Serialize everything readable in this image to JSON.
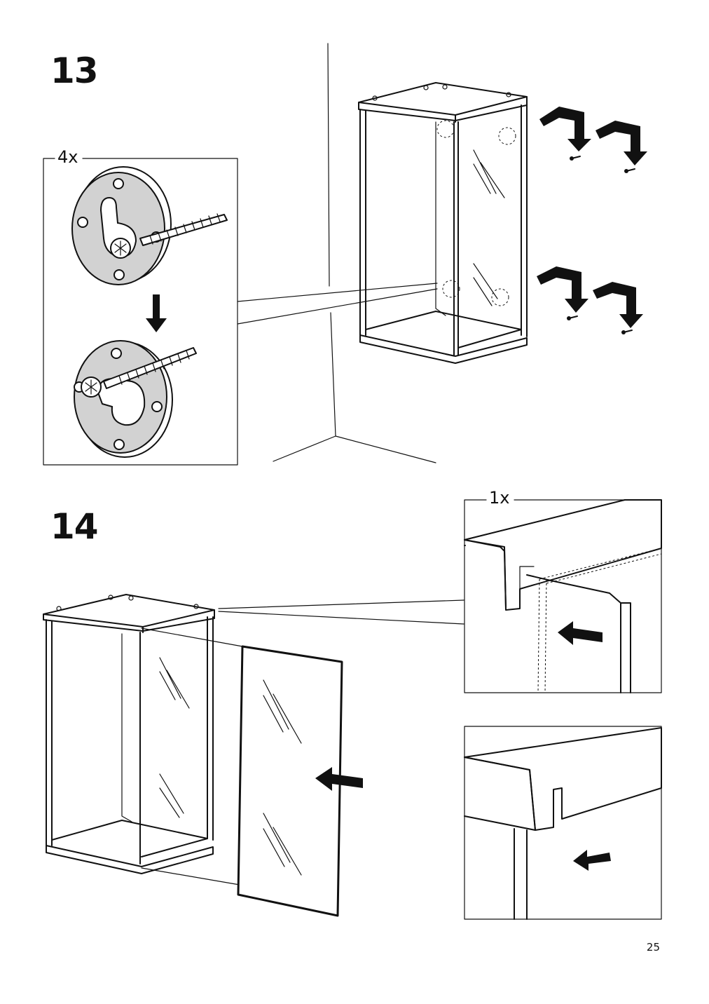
{
  "steps": [
    {
      "number": "13",
      "quantity_label": "4x"
    },
    {
      "number": "14",
      "quantity_label": "1x"
    }
  ],
  "page_number": "25",
  "icons": [
    "wall-plate-fitting-icon",
    "screw-icon",
    "down-arrow-icon",
    "insert-arrow-icon",
    "glass-panel-icon",
    "cabinet-icon"
  ]
}
